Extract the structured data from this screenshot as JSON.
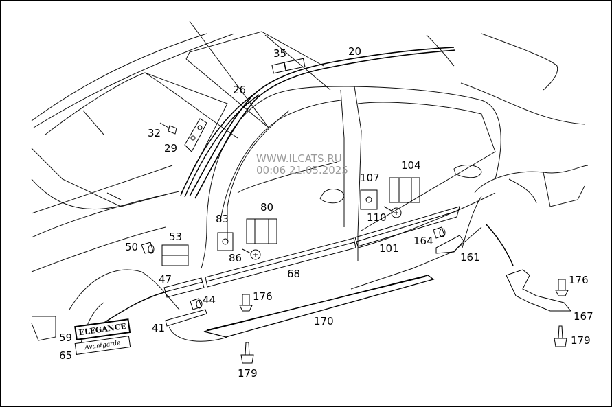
{
  "diagram": {
    "title": "Body side trim parts",
    "watermark": {
      "site": "WWW.ILCATS.RU",
      "timestamp": "00:06 21.05.2025"
    },
    "badges": {
      "elegance": "ELEGANCE",
      "avantgarde": "Avantgarde"
    },
    "callouts": [
      {
        "id": "c20",
        "num": "20"
      },
      {
        "id": "c26",
        "num": "26"
      },
      {
        "id": "c29",
        "num": "29"
      },
      {
        "id": "c32",
        "num": "32"
      },
      {
        "id": "c35",
        "num": "35"
      },
      {
        "id": "c41",
        "num": "41"
      },
      {
        "id": "c44",
        "num": "44"
      },
      {
        "id": "c47",
        "num": "47"
      },
      {
        "id": "c50",
        "num": "50"
      },
      {
        "id": "c53",
        "num": "53"
      },
      {
        "id": "c59",
        "num": "59"
      },
      {
        "id": "c65",
        "num": "65"
      },
      {
        "id": "c68",
        "num": "68"
      },
      {
        "id": "c80",
        "num": "80"
      },
      {
        "id": "c83",
        "num": "83"
      },
      {
        "id": "c86",
        "num": "86"
      },
      {
        "id": "c101",
        "num": "101"
      },
      {
        "id": "c104",
        "num": "104"
      },
      {
        "id": "c107",
        "num": "107"
      },
      {
        "id": "c110",
        "num": "110"
      },
      {
        "id": "c161",
        "num": "161"
      },
      {
        "id": "c164",
        "num": "164"
      },
      {
        "id": "c167",
        "num": "167"
      },
      {
        "id": "c170",
        "num": "170"
      },
      {
        "id": "c176a",
        "num": "176"
      },
      {
        "id": "c176b",
        "num": "176"
      },
      {
        "id": "c179a",
        "num": "179"
      },
      {
        "id": "c179b",
        "num": "179"
      }
    ]
  }
}
